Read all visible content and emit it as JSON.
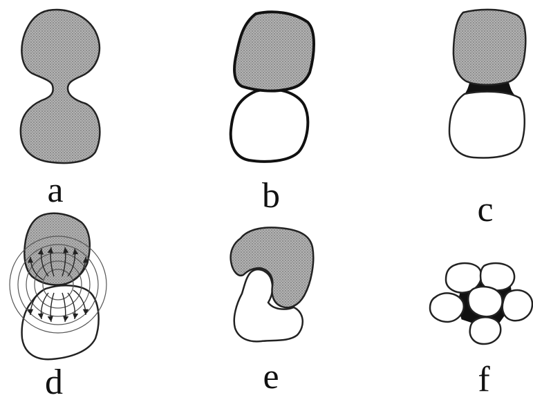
{
  "panels": [
    {
      "label": "a"
    },
    {
      "label": "b"
    },
    {
      "label": "c"
    },
    {
      "label": "d"
    },
    {
      "label": "e"
    },
    {
      "label": "f"
    }
  ],
  "colors": {
    "grain_fill": "#a9a9a9",
    "outline": "#222222",
    "neck_black": "#111111"
  }
}
